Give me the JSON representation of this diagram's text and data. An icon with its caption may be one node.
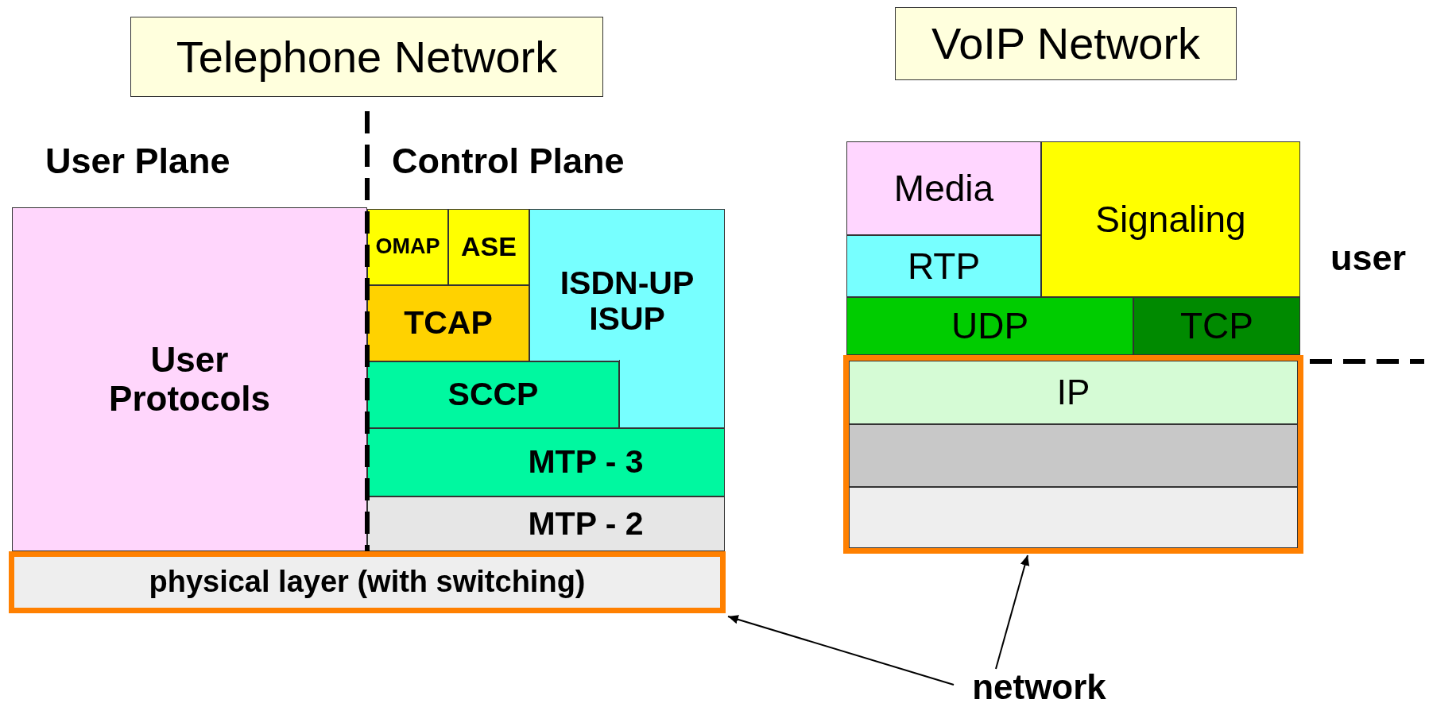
{
  "diagram": {
    "nodes": [
      {
        "text": [
          "Telephone Network"
        ]
      },
      {
        "text": [
          "VoIP Network"
        ]
      },
      {
        "text": [
          "User Protocols"
        ]
      },
      {
        "text": [
          "OMAP"
        ]
      },
      {
        "text": [
          "ASE"
        ]
      },
      {
        "text": [
          "ISDN-UP ISUP"
        ]
      },
      {
        "text": [
          "TCAP"
        ]
      },
      {
        "text": [
          "SCCP"
        ]
      },
      {
        "text": [
          "MTP - 3"
        ]
      },
      {
        "text": [
          "MTP - 2"
        ]
      },
      {
        "text": [
          "physical layer (with switching)"
        ]
      },
      {
        "text": [
          "Media"
        ]
      },
      {
        "text": [
          "Signaling"
        ]
      },
      {
        "text": [
          "RTP"
        ]
      },
      {
        "text": [
          "UDP"
        ]
      },
      {
        "text": [
          "TCP"
        ]
      },
      {
        "text": [],
        "shape": "box"
      },
      {
        "text": [
          "IP"
        ],
        "in": 16
      },
      {
        "text": [],
        "shape": "box",
        "in": 16
      },
      {
        "text": [],
        "shape": "box",
        "in": 16
      },
      {
        "text": [
          "network"
        ]
      },
      {
        "text": [],
        "shape": "box"
      }
    ],
    "edges": [
      {
        "from": 20,
        "to": 10,
        "arrow": "to"
      },
      {
        "from": 20,
        "to": 16,
        "arrow": "to"
      }
    ],
    "labels": [
      "User Plane",
      "Control Plane",
      "user"
    ]
  }
}
